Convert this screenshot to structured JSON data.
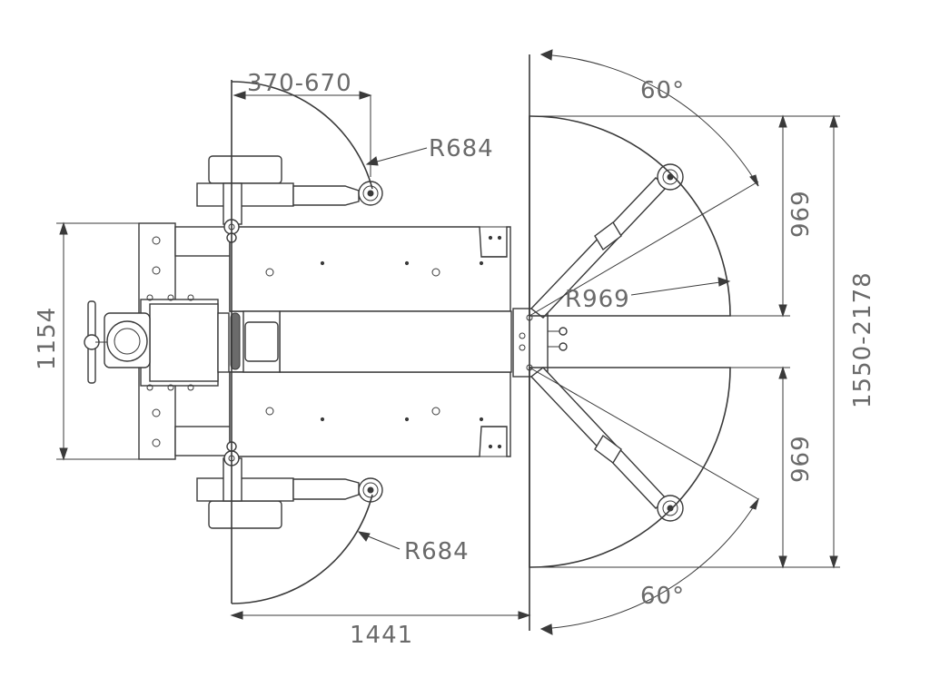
{
  "dimensions": {
    "pad_spread": "370-670",
    "rear_arm_radius_top": "R684",
    "rear_arm_radius_bottom": "R684",
    "angle_top": "60°",
    "angle_bottom": "60°",
    "front_arm_radius": "R969",
    "front_half_top": "969",
    "front_half_bottom": "969",
    "front_overall": "1550-2178",
    "width": "1154",
    "length": "1441"
  }
}
